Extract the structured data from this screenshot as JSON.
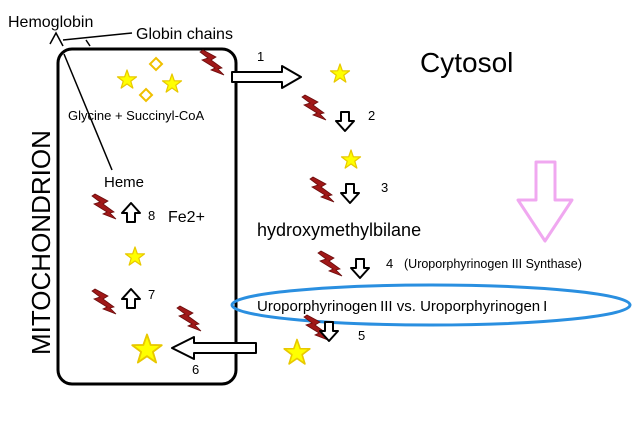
{
  "labels": {
    "hemoglobin": "Hemoglobin",
    "globin_chains": "Globin chains",
    "cytosol": "Cytosol",
    "mitochondrion": "MITOCHONDRION",
    "glycine_succinyl": "Glycine + Succinyl-CoA",
    "heme": "Heme",
    "fe2": "Fe2+",
    "hydroxymethylbilane": "hydroxymethylbilane",
    "uroporphyrinogen_synthase": "(Uroporphyrinogen III Synthase)",
    "uroporphyrinogen_compare": "Uroporphyrinogen III vs. Uroporphyrinogen I"
  },
  "steps": {
    "s1": "1",
    "s2": "2",
    "s3": "3",
    "s4": "4",
    "s5": "5",
    "s6": "6",
    "s7": "7",
    "s8": "8"
  },
  "colors": {
    "star": "#ffff00",
    "star_stroke": "#e8c800",
    "lightning": "#a01818",
    "diamond": "#f0c000",
    "ellipse": "#2a8fe0",
    "big_arrow": "#f0a8f0"
  },
  "icons": [
    "star-icon",
    "lightning-icon",
    "diamond-icon",
    "arrow-icon"
  ]
}
